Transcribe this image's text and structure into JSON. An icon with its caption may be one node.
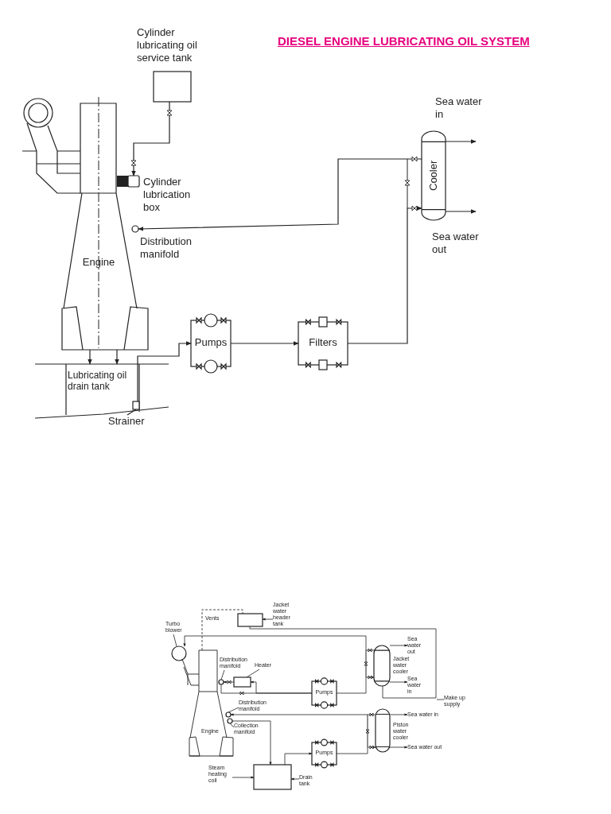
{
  "diagram": {
    "title": "DIESEL ENGINE LUBRICATING OIL SYSTEM",
    "nodes": [
      {
        "text": [
          "Cylinder lubricating oil service tank"
        ]
      },
      {
        "text": [
          "Cylinder lubrication box"
        ],
        "in": 2
      },
      {
        "text": [
          "Engine"
        ]
      },
      {
        "text": [
          "Distribution manifold"
        ],
        "in": 2
      },
      {
        "text": [
          "Pumps"
        ]
      },
      {
        "text": [
          "Filters"
        ]
      },
      {
        "text": [
          "Cooler"
        ]
      },
      {
        "text": [
          "Lubricating oil drain tank"
        ]
      },
      {
        "text": [],
        "shape": "box",
        "in": 7
      },
      {
        "text": [
          "Strainer"
        ]
      },
      {
        "text": [],
        "shape": "box"
      },
      {
        "text": [
          "Jacket water header tank"
        ]
      },
      {
        "text": [
          "Turbo blower"
        ]
      },
      {
        "text": [],
        "shape": "circle"
      },
      {
        "text": [
          "Engine"
        ]
      },
      {
        "text": [
          "Distribution manifold"
        ]
      },
      {
        "text": [],
        "shape": "circle",
        "in": 14
      },
      {
        "text": [
          "Heater"
        ]
      },
      {
        "text": [],
        "shape": "box"
      },
      {
        "text": [
          "Pumps"
        ]
      },
      {
        "text": [],
        "shape": "cylinder",
        "beside": [
          "Jacket water cooler"
        ]
      },
      {
        "text": [
          "Make up supply"
        ]
      },
      {
        "text": [
          "Distribution manifold"
        ]
      },
      {
        "text": [],
        "shape": "circle",
        "in": 14
      },
      {
        "text": [
          "Collection manifold"
        ]
      },
      {
        "text": [],
        "shape": "circle",
        "in": 14
      },
      {
        "text": [
          "Pumps"
        ]
      },
      {
        "text": [],
        "shape": "cylinder",
        "beside": [
          "Piston water cooler"
        ]
      },
      {
        "text": [
          "Steam heating coil"
        ]
      },
      {
        "text": [],
        "shape": "box"
      },
      {
        "text": [
          "Drain tank"
        ]
      },
      {
        "text": [
          "Sea water out"
        ]
      },
      {
        "text": [
          "Sea water in"
        ]
      },
      {
        "text": [
          "Sea water in"
        ]
      },
      {
        "text": [
          "Sea water out"
        ]
      }
    ],
    "edges": [
      {
        "from": 0,
        "to": 1,
        "arrow": "to"
      },
      {
        "from": 6,
        "to": 3,
        "arrow": "to"
      },
      {
        "from": 2,
        "to": 7,
        "arrow": "to"
      },
      {
        "from": 2,
        "to": 7,
        "arrow": "to"
      },
      {
        "from": 8,
        "to": 4,
        "arrow": "to"
      },
      {
        "from": 4,
        "to": 5,
        "arrow": "to"
      },
      {
        "from": 5,
        "to": 6,
        "arrow": "to"
      },
      {
        "from": 6,
        "to": null,
        "arrow": "to"
      },
      {
        "from": 6,
        "to": null,
        "arrow": "to"
      },
      {
        "from": 9,
        "to": 8,
        "arrow": "none"
      },
      {
        "from": 14,
        "to": 10,
        "arrow": "none",
        "label": "Vents",
        "style": "dashed"
      },
      {
        "from": 11,
        "to": 10,
        "arrow": "to"
      },
      {
        "from": 12,
        "to": 13,
        "arrow": "none"
      },
      {
        "from": 10,
        "to": 20,
        "arrow": "none"
      },
      {
        "from": 20,
        "to": 13,
        "arrow": "to"
      },
      {
        "from": 19,
        "to": 20,
        "arrow": "to"
      },
      {
        "from": 19,
        "to": 18,
        "arrow": "to"
      },
      {
        "from": 18,
        "to": 16,
        "arrow": "to"
      },
      {
        "from": 15,
        "to": 16,
        "arrow": "none"
      },
      {
        "from": 17,
        "to": 18,
        "arrow": "none"
      },
      {
        "from": 21,
        "to": null,
        "arrow": "none"
      },
      {
        "from": 20,
        "to": 31,
        "arrow": "to"
      },
      {
        "from": 20,
        "to": 32,
        "arrow": "to"
      },
      {
        "from": 27,
        "to": 23,
        "arrow": "to"
      },
      {
        "from": 25,
        "to": 29,
        "arrow": "to"
      },
      {
        "from": 29,
        "to": 26,
        "arrow": "to"
      },
      {
        "from": 26,
        "to": 27,
        "arrow": "to"
      },
      {
        "from": 22,
        "to": 23,
        "arrow": "none"
      },
      {
        "from": 24,
        "to": 25,
        "arrow": "none"
      },
      {
        "from": 28,
        "to": 29,
        "arrow": "to"
      },
      {
        "from": 30,
        "to": 29,
        "arrow": "to"
      },
      {
        "from": 27,
        "to": 33,
        "arrow": "to"
      },
      {
        "from": 27,
        "to": 34,
        "arrow": "to"
      },
      {
        "from": 19,
        "to": 16,
        "arrow": "none"
      }
    ],
    "labels": [
      "Sea water in",
      "Sea water out"
    ]
  }
}
